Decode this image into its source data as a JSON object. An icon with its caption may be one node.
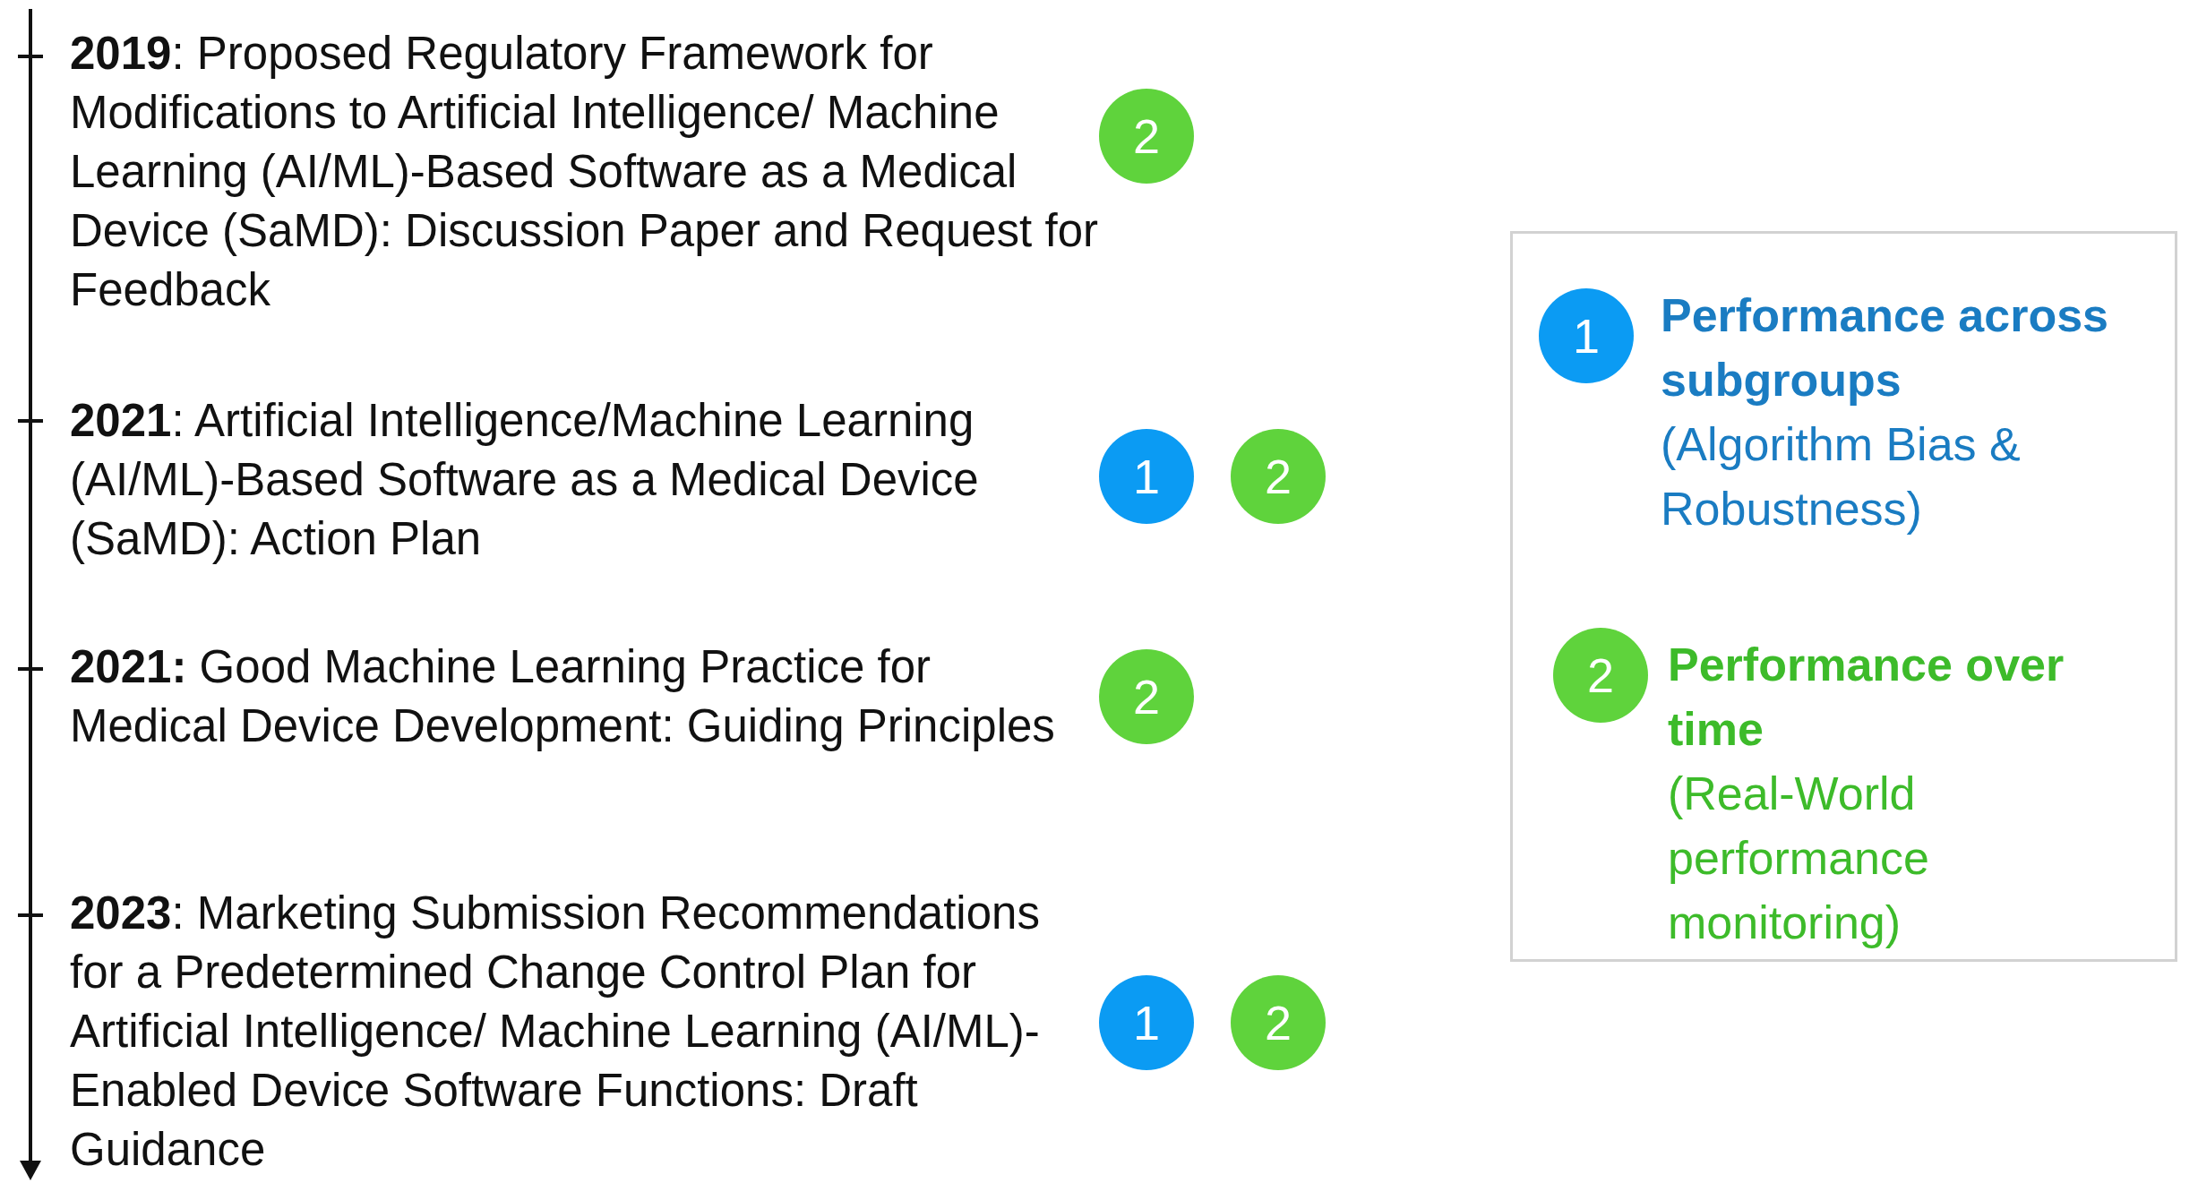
{
  "diagram": {
    "nodes": [
      {
        "text": [
          "2"
        ]
      },
      {
        "text": [
          "1"
        ]
      },
      {
        "text": [
          "2"
        ]
      },
      {
        "text": [
          "2"
        ]
      },
      {
        "text": [
          "1"
        ]
      },
      {
        "text": [
          "2"
        ]
      },
      {
        "text": [],
        "shape": "box"
      },
      {
        "text": [
          "1"
        ],
        "in": 6
      },
      {
        "text": [
          "2"
        ],
        "in": 6
      }
    ],
    "labels": [
      "**2019**: Proposed Regulatory Framework for Modifications to Artificial Intelligence/ Machine Learning (AI/ML)-Based Software as a Medical Device (SaMD): Discussion Paper and Request for Feedback",
      "**2021**: Artificial Intelligence/Machine Learning (AI/ML)-Based Software as a Medical Device (SaMD): Action Plan",
      "**2021:** Good Machine Learning Practice for Medical Device Development: Guiding Principles",
      "**2023**: Marketing Submission Recommendations for a Predetermined Change Control Plan for Artificial Intelligence/ Machine Learning (AI/ML)-Enabled Device Software Functions: Draft Guidance",
      "Performance across subgroups",
      "(Algorithm Bias & Robustness)",
      "Performance over time",
      "(Real-World performance monitoring)"
    ]
  }
}
